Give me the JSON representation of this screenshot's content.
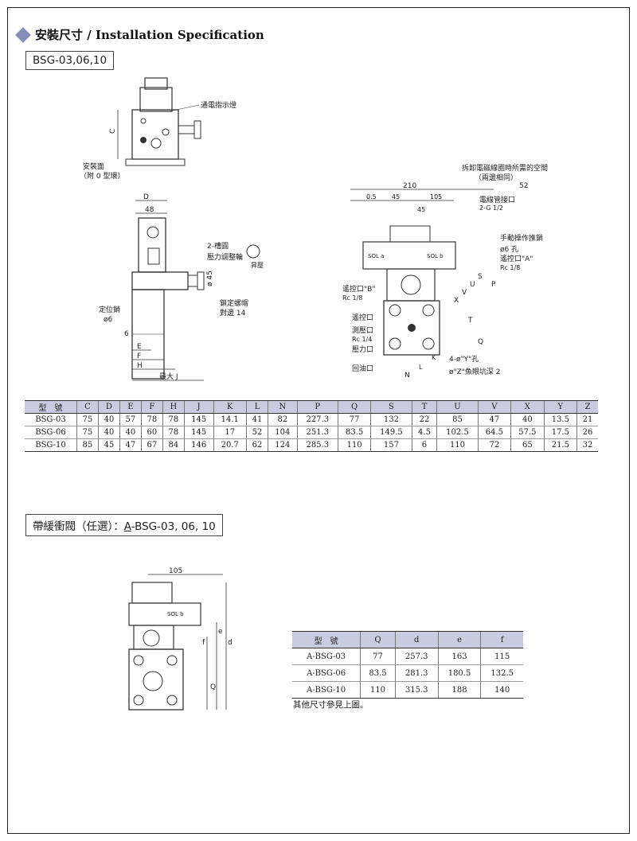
{
  "header": {
    "title": "安裝尺寸 / Installation Specification",
    "section1_label": "BSG-03,06,10",
    "section2_prefix": "帶緩衝閥（任選）：",
    "section2_underlined": "A",
    "section2_suffix": "-BSG-03, 06, 10"
  },
  "drawing_labels": {
    "indicator_lamp": "通電指示燈",
    "mounting_face": "安裝面",
    "o_ring": "（附 0 型環）",
    "dim_D": "D",
    "dim_C": "C",
    "dim_48": "48",
    "two_slot": "2-槽圓",
    "pressure_knob": "壓力調整輪",
    "raise_pressure": "昇壓",
    "dim_45": "ø 45",
    "lock_nut": "鎖定螺帽",
    "across_flats": "對邊 14",
    "locating_pin": "定位銷",
    "pin_dia": "ø6",
    "dim_6": "6",
    "dim_E": "E",
    "dim_F": "F",
    "dim_H": "H",
    "max_J": "最大 J",
    "coil_space": "拆卸電磁線圈時所需的空間",
    "coil_space_both": "（兩邊相同）",
    "dim_210": "210",
    "dim_52": "52",
    "dim_05": "0.5",
    "dim_45b": "45",
    "dim_105": "105",
    "dim_45c": "45",
    "conduit_port": "電線管接口",
    "conduit_size": "2-G 1/2",
    "manual_pin": "手動操作推銷",
    "hole_6": "ø6 孔",
    "remote_port_a": "遙控口\"A\"",
    "remote_port_a_size": "Rc 1/8",
    "remote_port_b": "遙控口\"B\"",
    "remote_port_b_size": "Rc 1/8",
    "remote_port": "遙控口",
    "gauge_port": "測壓口",
    "gauge_port_size": "Rc 1/4",
    "pressure_port": "壓力口",
    "return_port": "回油口",
    "bolt_holes": "4-ø\"Y\"孔",
    "counterbore": "ø\"Z\"魚眼坑深 2",
    "dim_P": "P",
    "dim_S": "S",
    "dim_U": "U",
    "dim_V": "V",
    "dim_X": "X",
    "dim_T": "T",
    "dim_Q": "Q",
    "dim_K": "K",
    "dim_L": "L",
    "dim_N": "N",
    "sol_a": "SOL a",
    "sol_b": "SOL b",
    "dim_105b": "105",
    "dim_d": "d",
    "dim_e": "e",
    "dim_f": "f",
    "dim_Qb": "Q"
  },
  "table1": {
    "headers": [
      "型　號",
      "C",
      "D",
      "E",
      "F",
      "H",
      "J",
      "K",
      "L",
      "N",
      "P",
      "Q",
      "S",
      "T",
      "U",
      "V",
      "X",
      "Y",
      "Z"
    ],
    "rows": [
      [
        "BSG-03",
        "75",
        "40",
        "57",
        "78",
        "78",
        "145",
        "14.1",
        "41",
        "82",
        "227.3",
        "77",
        "132",
        "22",
        "85",
        "47",
        "40",
        "13.5",
        "21"
      ],
      [
        "BSG-06",
        "75",
        "40",
        "40",
        "60",
        "78",
        "145",
        "17",
        "52",
        "104",
        "251.3",
        "83.5",
        "149.5",
        "4.5",
        "102.5",
        "64.5",
        "57.5",
        "17.5",
        "26"
      ],
      [
        "BSG-10",
        "85",
        "45",
        "47",
        "67",
        "84",
        "146",
        "20.7",
        "62",
        "124",
        "285.3",
        "110",
        "157",
        "6",
        "110",
        "72",
        "65",
        "21.5",
        "32"
      ]
    ]
  },
  "table2": {
    "headers": [
      "型　號",
      "Q",
      "d",
      "e",
      "f"
    ],
    "rows": [
      [
        "A-BSG-03",
        "77",
        "257.3",
        "163",
        "115"
      ],
      [
        "A-BSG-06",
        "83.5",
        "281.3",
        "180.5",
        "132.5"
      ],
      [
        "A-BSG-10",
        "110",
        "315.3",
        "188",
        "140"
      ]
    ]
  },
  "note": "其他尺寸參見上圖。"
}
